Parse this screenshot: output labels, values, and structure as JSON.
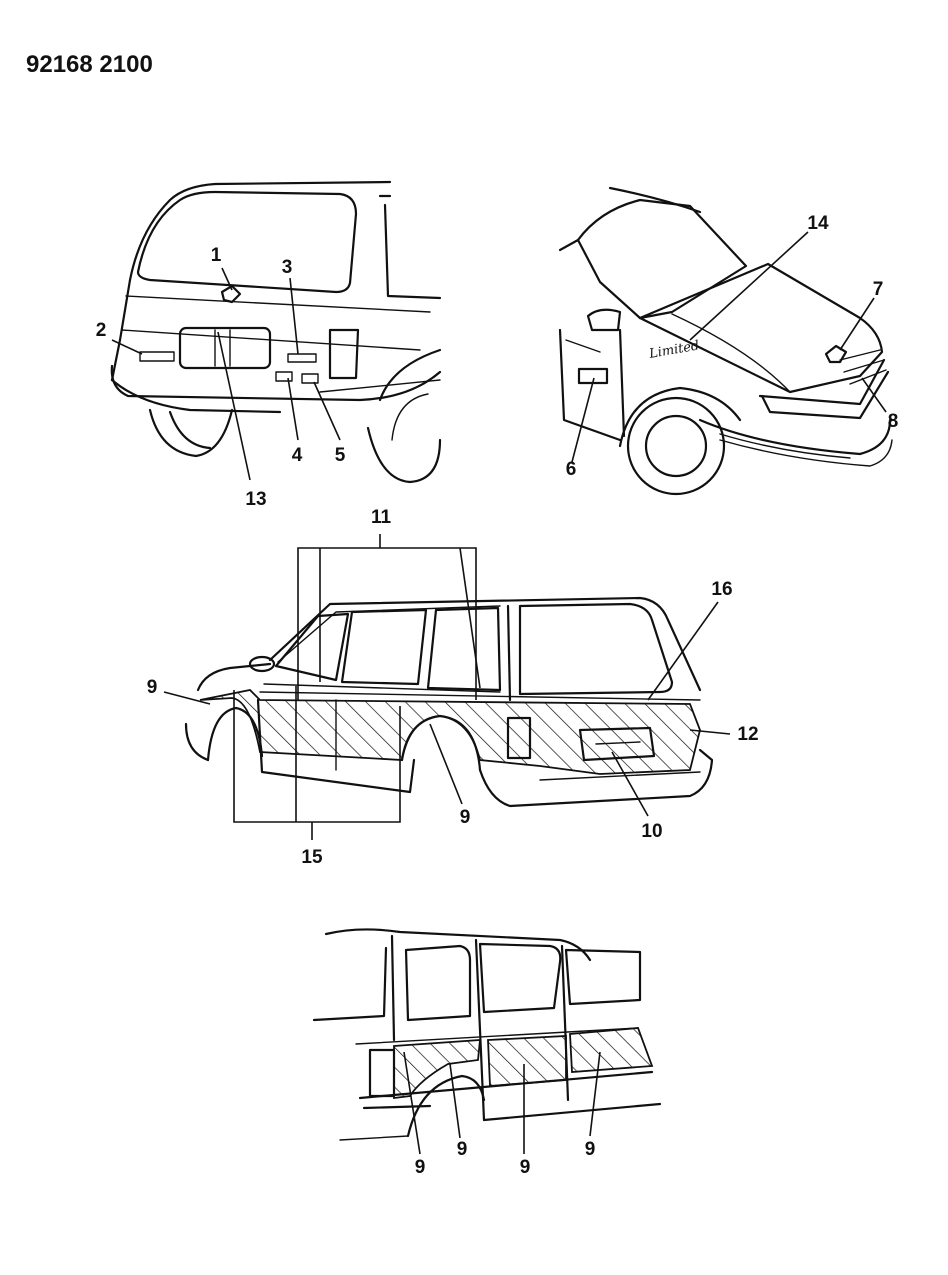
{
  "document_number": "92168 2100",
  "hood_script": "Limited",
  "callouts": {
    "c1": "1",
    "c2": "2",
    "c3": "3",
    "c4": "4",
    "c5": "5",
    "c6": "6",
    "c7": "7",
    "c8": "8",
    "c9": "9",
    "c10": "10",
    "c11": "11",
    "c12": "12",
    "c13": "13",
    "c14": "14",
    "c15": "15",
    "c16": "16"
  }
}
